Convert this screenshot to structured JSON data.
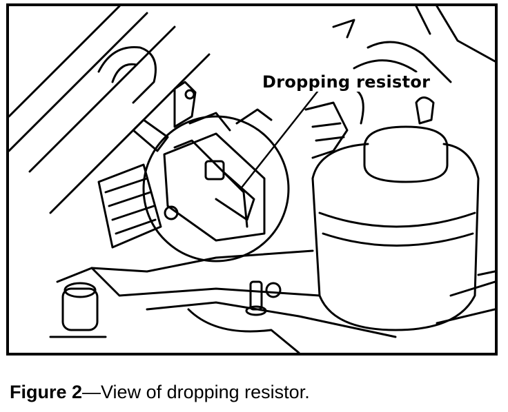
{
  "figure": {
    "callout_label": "Dropping resistor",
    "caption_number": "Figure 2",
    "caption_dash": "—",
    "caption_text": "View of dropping resistor."
  },
  "colors": {
    "ink": "#000000",
    "paper": "#ffffff"
  },
  "icons": [
    "line-drawing-illustration"
  ]
}
